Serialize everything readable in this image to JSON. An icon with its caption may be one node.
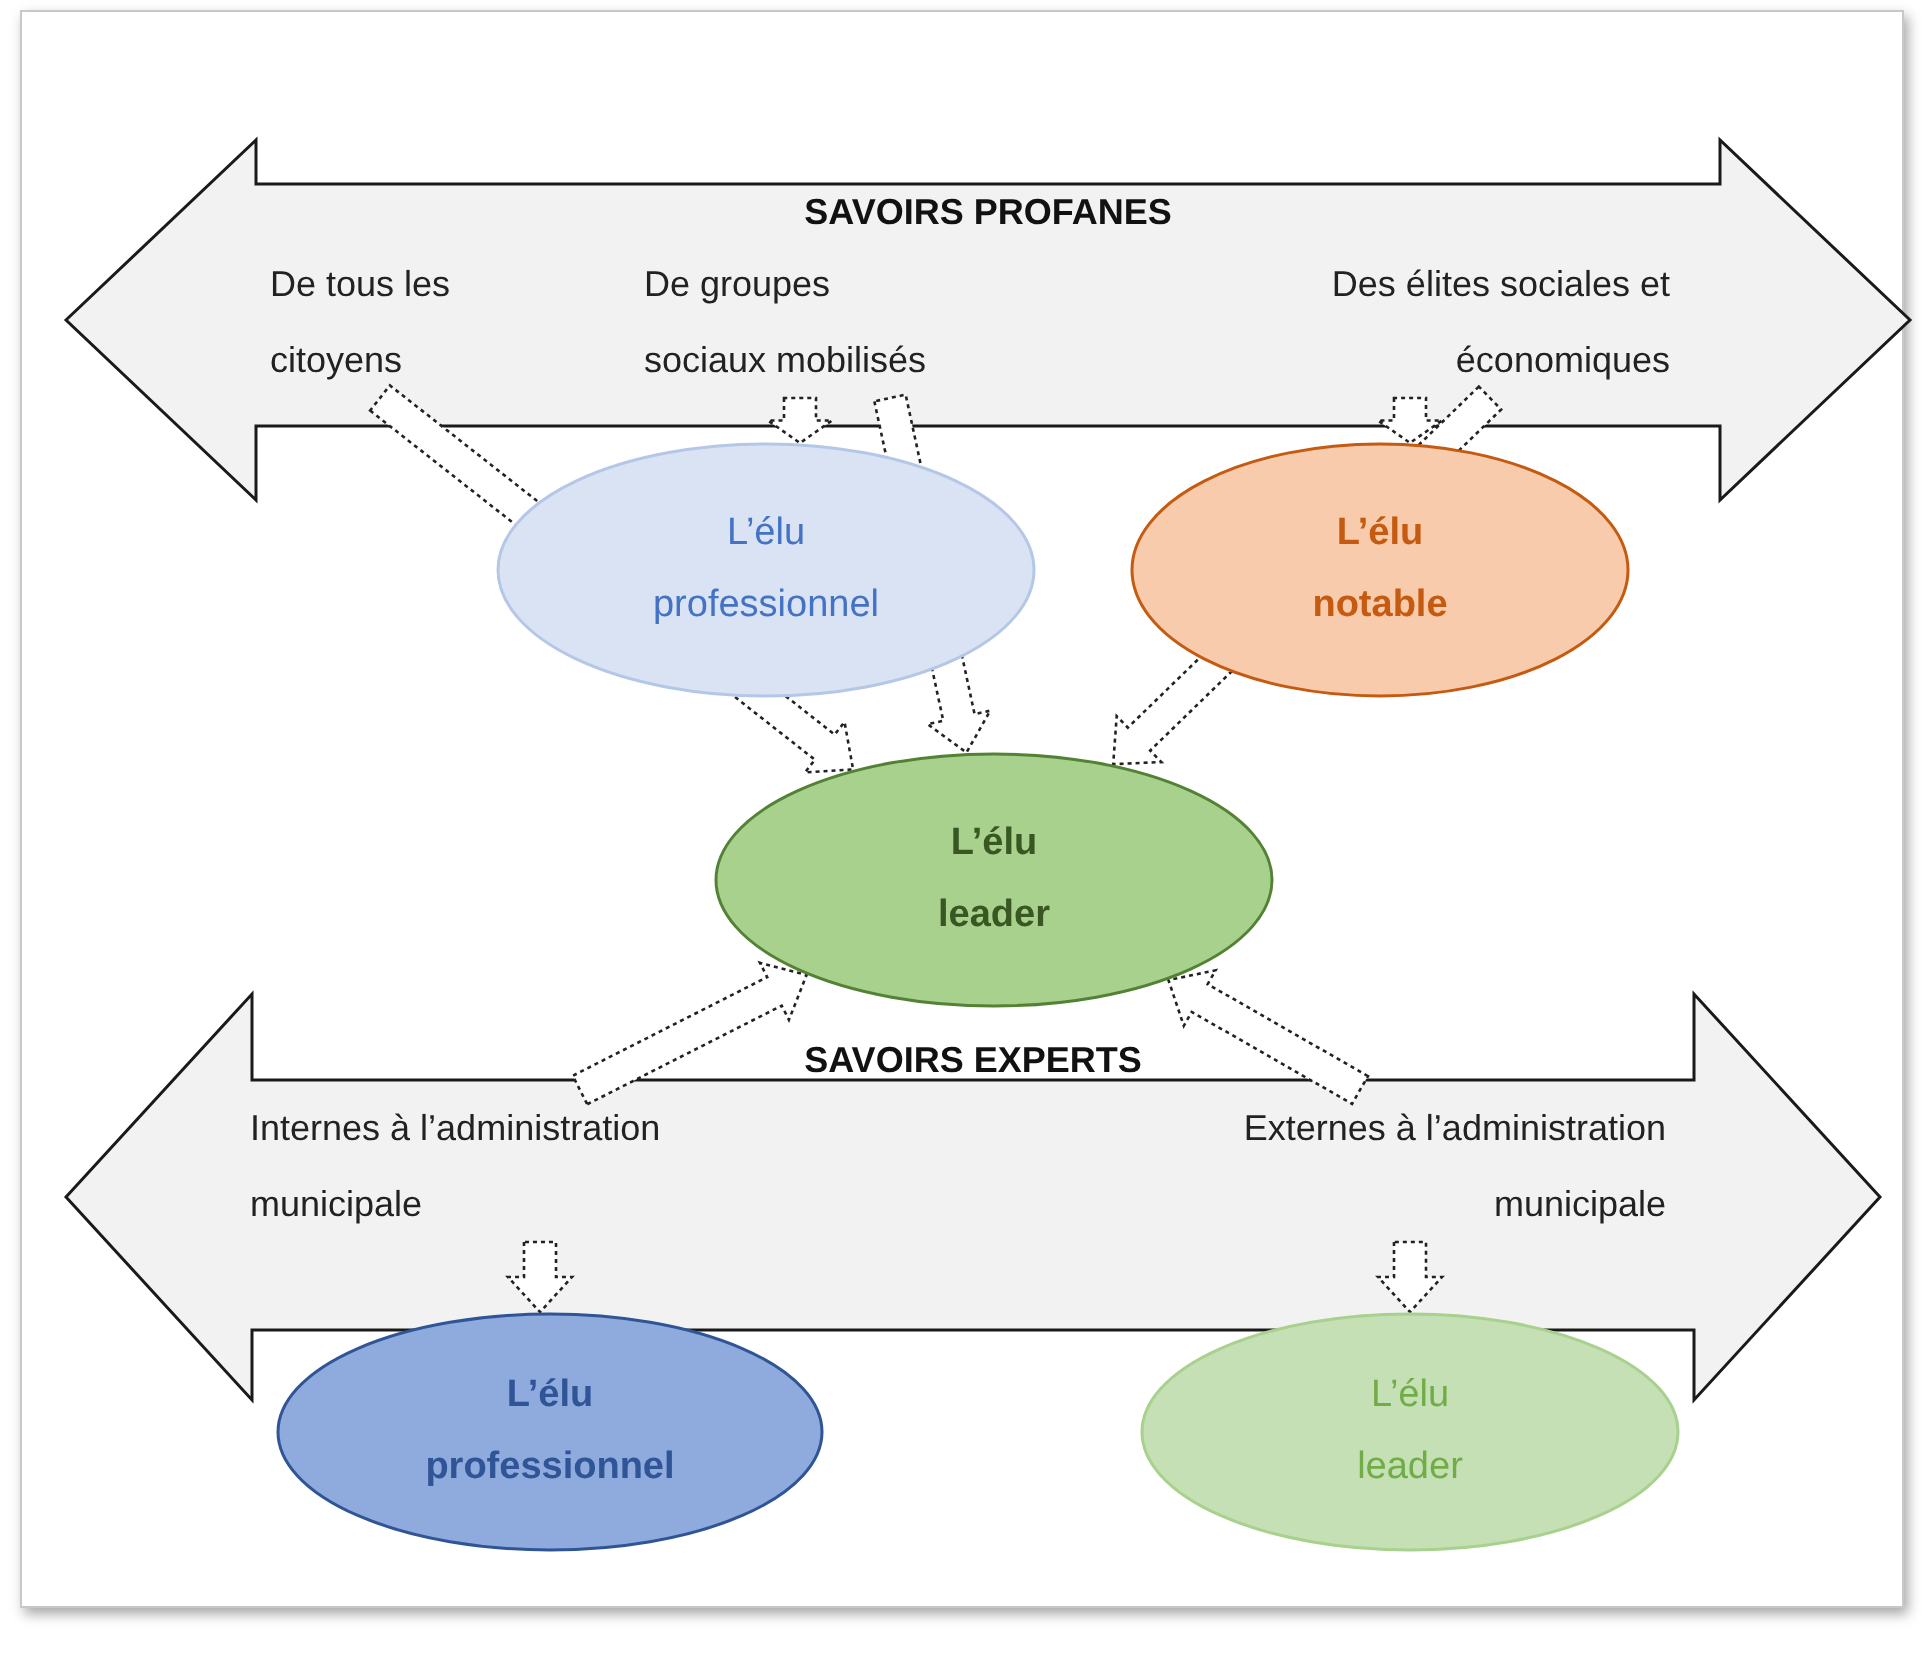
{
  "diagram": {
    "nodes": [
      {
        "text": [
          "SAVOIRS PROFANES"
        ]
      },
      {
        "text": [
          "De tous les citoyens"
        ],
        "in": 0
      },
      {
        "text": [
          "De groupes sociaux mobilisés"
        ],
        "in": 0
      },
      {
        "text": [
          "Des élites sociales et économiques"
        ],
        "in": 0
      },
      {
        "text": [
          "L’élu professionnel"
        ]
      },
      {
        "text": [
          "L’élu notable"
        ]
      },
      {
        "text": [
          "L’élu leader"
        ]
      },
      {
        "text": [
          "SAVOIRS EXPERTS"
        ]
      },
      {
        "text": [
          "Internes à l’administration municipale"
        ],
        "in": 7
      },
      {
        "text": [
          "Externes à l’administration municipale"
        ],
        "in": 7
      },
      {
        "text": [
          "L’élu professionnel"
        ]
      },
      {
        "text": [
          "L’élu leader"
        ]
      }
    ],
    "edges": [
      {
        "from": 1,
        "to": 6,
        "arrow": "to",
        "style": "dashed"
      },
      {
        "from": 2,
        "to": 4,
        "arrow": "to",
        "style": "dashed"
      },
      {
        "from": 2,
        "to": 6,
        "arrow": "to",
        "style": "dashed"
      },
      {
        "from": 3,
        "to": 5,
        "arrow": "to",
        "style": "dashed"
      },
      {
        "from": 3,
        "to": 6,
        "arrow": "to",
        "style": "dashed"
      },
      {
        "from": 8,
        "to": 6,
        "arrow": "to",
        "style": "dashed"
      },
      {
        "from": 8,
        "to": 10,
        "arrow": "to",
        "style": "dashed"
      },
      {
        "from": 9,
        "to": 6,
        "arrow": "to",
        "style": "dashed"
      },
      {
        "from": 9,
        "to": 11,
        "arrow": "to",
        "style": "dashed"
      }
    ]
  }
}
